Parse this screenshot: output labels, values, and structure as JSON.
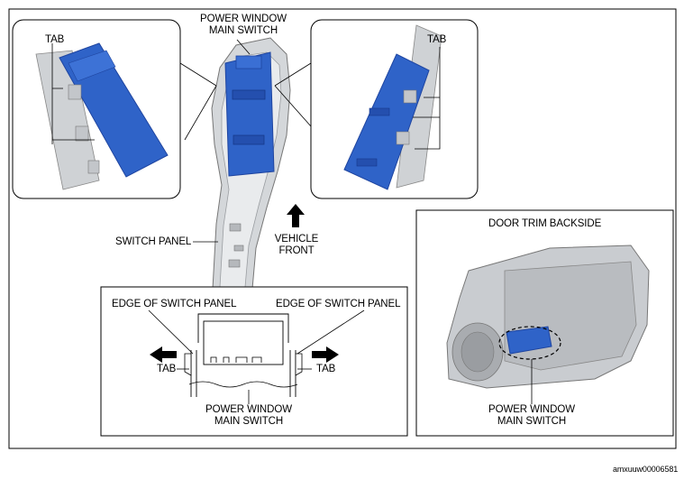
{
  "labels": {
    "pw_top_1": "POWER WINDOW",
    "pw_top_2": "MAIN SWITCH",
    "tab_left": "TAB",
    "tab_right": "TAB",
    "switch_panel": "SWITCH PANEL",
    "vehicle_front_1": "VEHICLE",
    "vehicle_front_2": "FRONT",
    "door_trim_backside": "DOOR TRIM BACKSIDE",
    "edge_left": "EDGE OF SWITCH PANEL",
    "edge_right": "EDGE OF SWITCH PANEL",
    "tab_detail_left": "TAB",
    "tab_detail_right": "TAB",
    "pw_bottom_1": "POWER WINDOW",
    "pw_bottom_2": "MAIN SWITCH",
    "pw_door_1": "POWER WINDOW",
    "pw_door_2": "MAIN SWITCH",
    "figure_id": "amxuuw00006581"
  },
  "colors": {
    "switch_blue": "#2f63c8",
    "switch_blue_dark": "#1f45a0",
    "panel_gray": "#c9ccd0",
    "panel_gray_dark": "#8e9296",
    "line": "#000000"
  }
}
